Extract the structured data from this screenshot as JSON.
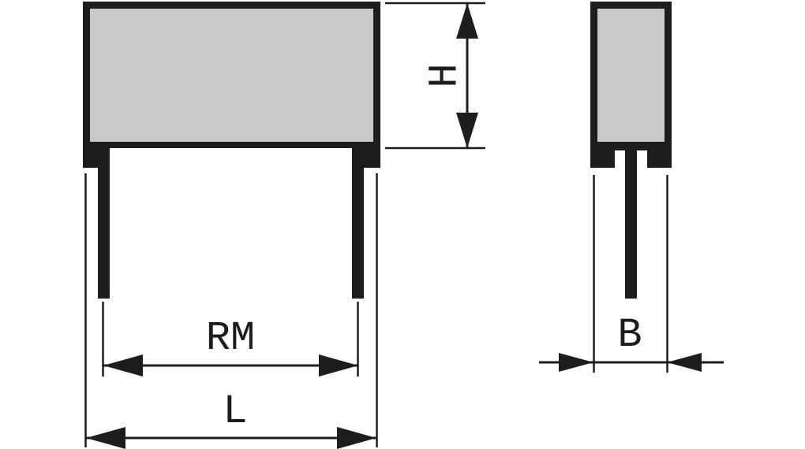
{
  "figure": {
    "kind": "technical-dimension-drawing",
    "views": [
      "front",
      "side"
    ]
  },
  "colors": {
    "ink": "#1e1c1d",
    "body_fill": "#c8c8c8",
    "background": "#ffffff"
  },
  "front_view": {
    "height_label": "H",
    "pitch_label": "RM",
    "length_label": "L"
  },
  "side_view": {
    "width_label": "B"
  }
}
